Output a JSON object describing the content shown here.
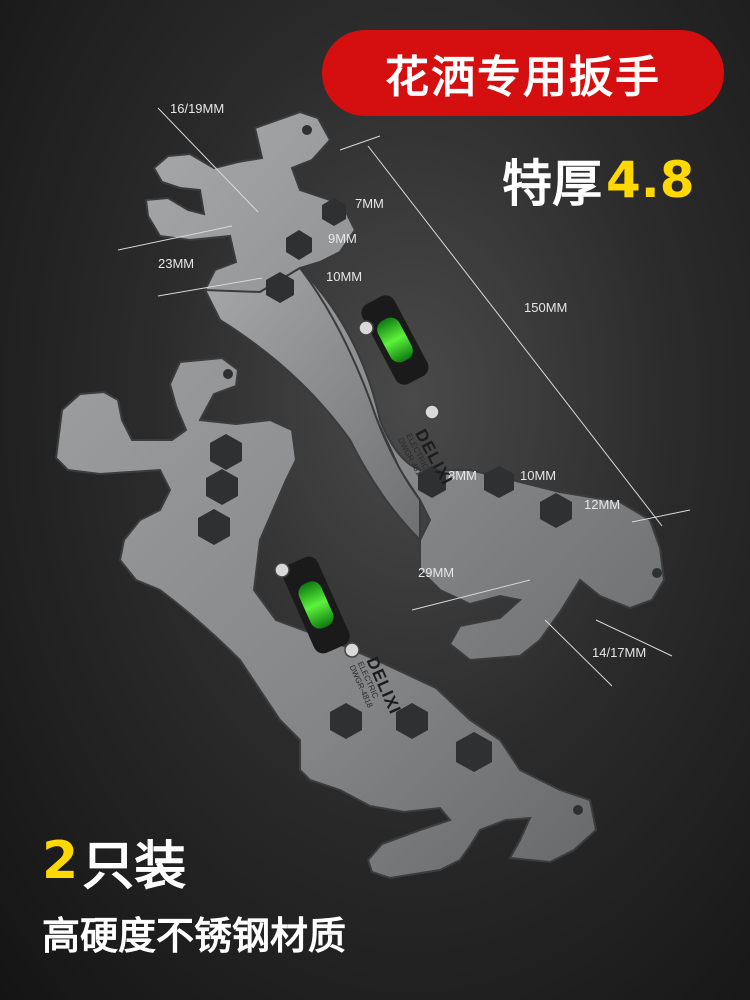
{
  "banner": {
    "title": "花洒专用扳手"
  },
  "thickness": {
    "label": "特厚",
    "value": "4.8"
  },
  "dimensions": {
    "top_open_end": "16/19MM",
    "left_open_end": "23MM",
    "hex_7": "7MM",
    "hex_9": "9MM",
    "hex_10_upper": "10MM",
    "length": "150MM",
    "hex_8": "8MM",
    "hex_10_lower": "10MM",
    "hex_12": "12MM",
    "bottom_open_end": "29MM",
    "right_open_end": "14/17MM"
  },
  "brand": {
    "name": "DELIXI",
    "sub_line1": "ELECTRIC",
    "sub_line2": "DWGR-4818"
  },
  "promo": {
    "count_number": "2",
    "count_text": "只装",
    "material": "高硬度不锈钢材质"
  },
  "colors": {
    "banner_red": "#d50f0f",
    "accent_yellow": "#ffd800",
    "level_green": "#3ddc2a",
    "steel": "#8e9092"
  }
}
